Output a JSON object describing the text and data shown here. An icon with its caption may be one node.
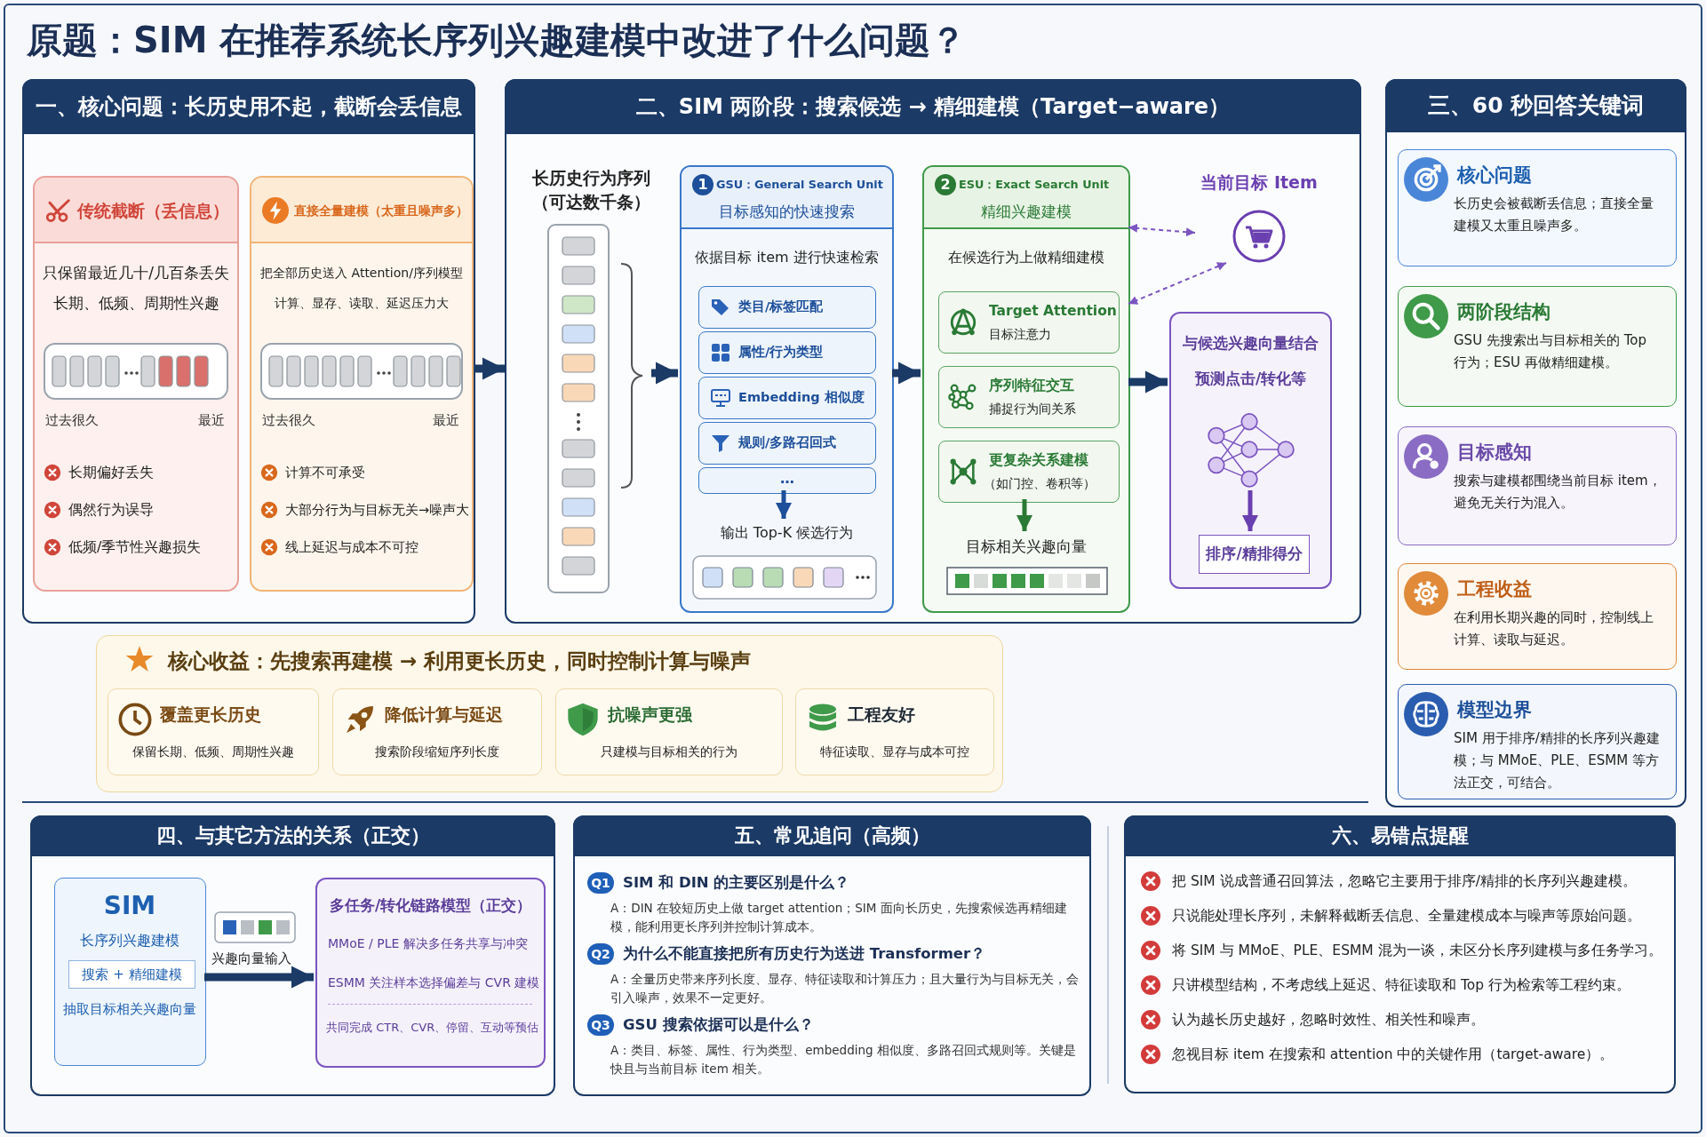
{
  "diagram": {
    "title": "原题：SIM 在推荐系统长序列兴趣建模中改进了什么问题？",
    "nodes": [
      {
        "text": [
          "一、核心问题：长历史用不起，截断会丢信息"
        ]
      },
      {
        "text": [
          "传统截断（丢信息）",
          "只保留最近几十/几百条丢失长期、低频、周期性兴趣",
          "过去很久",
          "最近",
          "长期偏好丢失",
          "偶然行为误导",
          "低频/季节性兴趣损失"
        ],
        "in": 0
      },
      {
        "text": [
          "直接全量建模（太重且噪声多）",
          "把全部历史送入 Attention/序列模型计算、显存、读取、延迟压力大",
          "过去很久",
          "最近",
          "计算不可承受",
          "大部分行为与目标无关→噪声大",
          "线上延迟与成本不可控"
        ],
        "in": 0
      },
      {
        "text": [
          "二、SIM 两阶段：搜索候选 → 精细建模（Target−aware）"
        ]
      },
      {
        "text": [
          "长历史行为序列（可达数千条）"
        ],
        "in": 3
      },
      {
        "text": [
          "1",
          "GSU：General Search Unit",
          "目标感知的快速搜索",
          "依据目标 item 进行快速检索"
        ],
        "in": 3
      },
      {
        "text": [
          "类目/标签匹配"
        ],
        "in": 5
      },
      {
        "text": [
          "属性/行为类型"
        ],
        "in": 5
      },
      {
        "text": [
          "Embedding 相似度"
        ],
        "in": 5
      },
      {
        "text": [
          "规则/多路召回式"
        ],
        "in": 5
      },
      {
        "text": [
          "…"
        ],
        "in": 5
      },
      {
        "text": [
          "2",
          "ESU：Exact Search Unit",
          "精细兴趣建模",
          "在候选行为上做精细建模"
        ],
        "in": 3
      },
      {
        "text": [
          "Target Attention",
          "目标注意力"
        ],
        "in": 11
      },
      {
        "text": [
          "序列特征交互",
          "捕捉行为间关系"
        ],
        "in": 11
      },
      {
        "text": [
          "更复杂关系建模",
          "（如门控、卷积等）"
        ],
        "in": 11
      },
      {
        "text": [
          "当前目标 Item"
        ],
        "in": 3
      },
      {
        "text": [
          "与候选兴趣向量结合",
          "预测点击/转化等"
        ],
        "in": 3
      },
      {
        "text": [
          "排序/精排得分"
        ],
        "in": 16
      },
      {
        "text": [
          "三、60 秒回答关键词"
        ]
      },
      {
        "text": [
          "核心问题",
          "长历史会被截断丢信息；直接全量建模又太重且噪声多。"
        ],
        "in": 18
      },
      {
        "text": [
          "两阶段结构",
          "GSU 先搜索出与目标相关的 Top 行为；ESU 再做精细建模。"
        ],
        "in": 18
      },
      {
        "text": [
          "目标感知",
          "搜索与建模都围绕当前目标 item，避免无关行为混入。"
        ],
        "in": 18
      },
      {
        "text": [
          "工程收益",
          "在利用长期兴趣的同时，控制线上计算、读取与延迟。"
        ],
        "in": 18
      },
      {
        "text": [
          "模型边界",
          "SIM 用于排序/精排的长序列兴趣建模；与 MMoE、PLE、ESMM 等方法正交，可结合。"
        ],
        "in": 18
      },
      {
        "text": [
          "核心收益：先搜索再建模 → 利用更长历史，同时控制计算与噪声"
        ]
      },
      {
        "text": [
          "覆盖更长历史",
          "保留长期、低频、周期性兴趣"
        ],
        "in": 24
      },
      {
        "text": [
          "降低计算与延迟",
          "搜索阶段缩短序列长度"
        ],
        "in": 24
      },
      {
        "text": [
          "抗噪声更强",
          "只建模与目标相关的行为"
        ],
        "in": 24
      },
      {
        "text": [
          "工程友好",
          "特征读取、显存与成本可控"
        ],
        "in": 24
      },
      {
        "text": [
          "四、与其它方法的关系（正交）"
        ]
      },
      {
        "text": [
          "SIM",
          "长序列兴趣建模",
          "抽取目标相关兴趣向量"
        ],
        "in": 29
      },
      {
        "text": [
          "搜索 + 精细建模"
        ],
        "in": 30
      },
      {
        "text": [
          "多任务/转化链路模型（正交）",
          "MMoE / PLE 解决多任务共享与冲突",
          "ESMM 关注样本选择偏差与 CVR 建模",
          "共同完成 CTR、CVR、停留、互动等预估"
        ],
        "in": 29
      },
      {
        "text": [
          "五、常见追问（高频）",
          "Q1",
          "SIM 和 DIN 的主要区别是什么？",
          "A：DIN 在较短历史上做 target attention；SIM 面向长历史，先搜索候选再精细建模，能利用更长序列并控制计算成本。",
          "Q2",
          "为什么不能直接把所有历史行为送进 Transformer？",
          "A：全量历史带来序列长度、显存、特征读取和计算压力；且大量行为与目标无关，会引入噪声，效果不一定更好。",
          "Q3",
          "GSU 搜索依据可以是什么？",
          "A：类目、标签、属性、行为类型、embedding 相似度、多路召回式规则等。关键是快且与当前目标 item 相关。"
        ]
      },
      {
        "text": [
          "六、易错点提醒",
          "把 SIM 说成普通召回算法，忽略它主要用于排序/精排的长序列兴趣建模。",
          "只说能处理长序列，未解释截断丢信息、全量建模成本与噪声等原始问题。",
          "将 SIM 与 MMoE、PLE、ESMM 混为一谈，未区分长序列建模与多任务学习。",
          "只讲模型结构，不考虑线上延迟、特征读取和 Top 行为检索等工程约束。",
          "认为越长历史越好，忽略时效性、相关性和噪声。",
          "忽视目标 item 在搜索和 attention 中的关键作用（target-aware）。"
        ]
      },
      {
        "text": [
          "输出 Top-K 候选行为"
        ],
        "in": 5
      },
      {
        "text": [
          "目标相关兴趣向量"
        ],
        "in": 11
      }
    ],
    "edges": [
      {
        "from": 0,
        "to": 3,
        "arrow": "to",
        "style": "thick"
      },
      {
        "from": 4,
        "to": 5,
        "arrow": "to",
        "style": "thick"
      },
      {
        "from": 5,
        "to": 11,
        "arrow": "to",
        "style": "thick"
      },
      {
        "from": 11,
        "to": 16,
        "arrow": "to",
        "style": "thick"
      },
      {
        "from": 15,
        "to": 11,
        "arrow": "both",
        "style": "dashed",
        "color": "#7b55c0"
      },
      {
        "from": 15,
        "to": 11,
        "arrow": "both",
        "style": "dashed",
        "color": "#7b55c0"
      },
      {
        "from": 30,
        "to": 32,
        "arrow": "to",
        "style": "thick",
        "label": "兴趣向量输入"
      },
      {
        "from": 10,
        "to": 35,
        "arrow": "to"
      },
      {
        "from": 14,
        "to": 36,
        "arrow": "to"
      },
      {
        "from": null,
        "to": 17,
        "arrow": "to"
      }
    ]
  }
}
